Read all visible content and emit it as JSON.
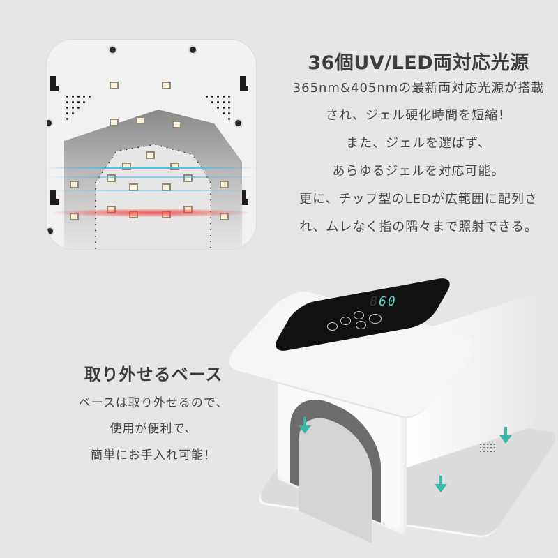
{
  "section1": {
    "title": "36個UV/LED両対応光源",
    "lines": [
      "365nm&405nmの最新両対応光源が搭載",
      "され、ジェル硬化時間を短縮！",
      "また、ジェルを選ばず、",
      "あらゆるジェルを対応可能。",
      "更に、チップ型のLEDが広範囲に配列さ",
      "れ、ムレなく指の隅々まで照射できる。"
    ],
    "image": "lamp-interior-led-array",
    "beam_colors": {
      "uv": "#3cbef0",
      "led": "#f03c3c"
    }
  },
  "section2": {
    "title": "取り外せるベース",
    "lines": [
      "ベースは取り外せるので、",
      "使用が便利で、",
      "簡単にお手入れ可能！"
    ],
    "image": "lamp-with-removable-base"
  },
  "display": {
    "timer_value": "60",
    "timer_dim_digit": "8",
    "digit_color": "#4fd7c8",
    "buttons": [
      "timer-30s",
      "timer-60s",
      "timer-90s",
      "power",
      "low-heat-mode"
    ]
  },
  "colors": {
    "background": "#e6e6e6",
    "text": "#3c3c3c",
    "arrow_accent": "#3ab9a7"
  }
}
